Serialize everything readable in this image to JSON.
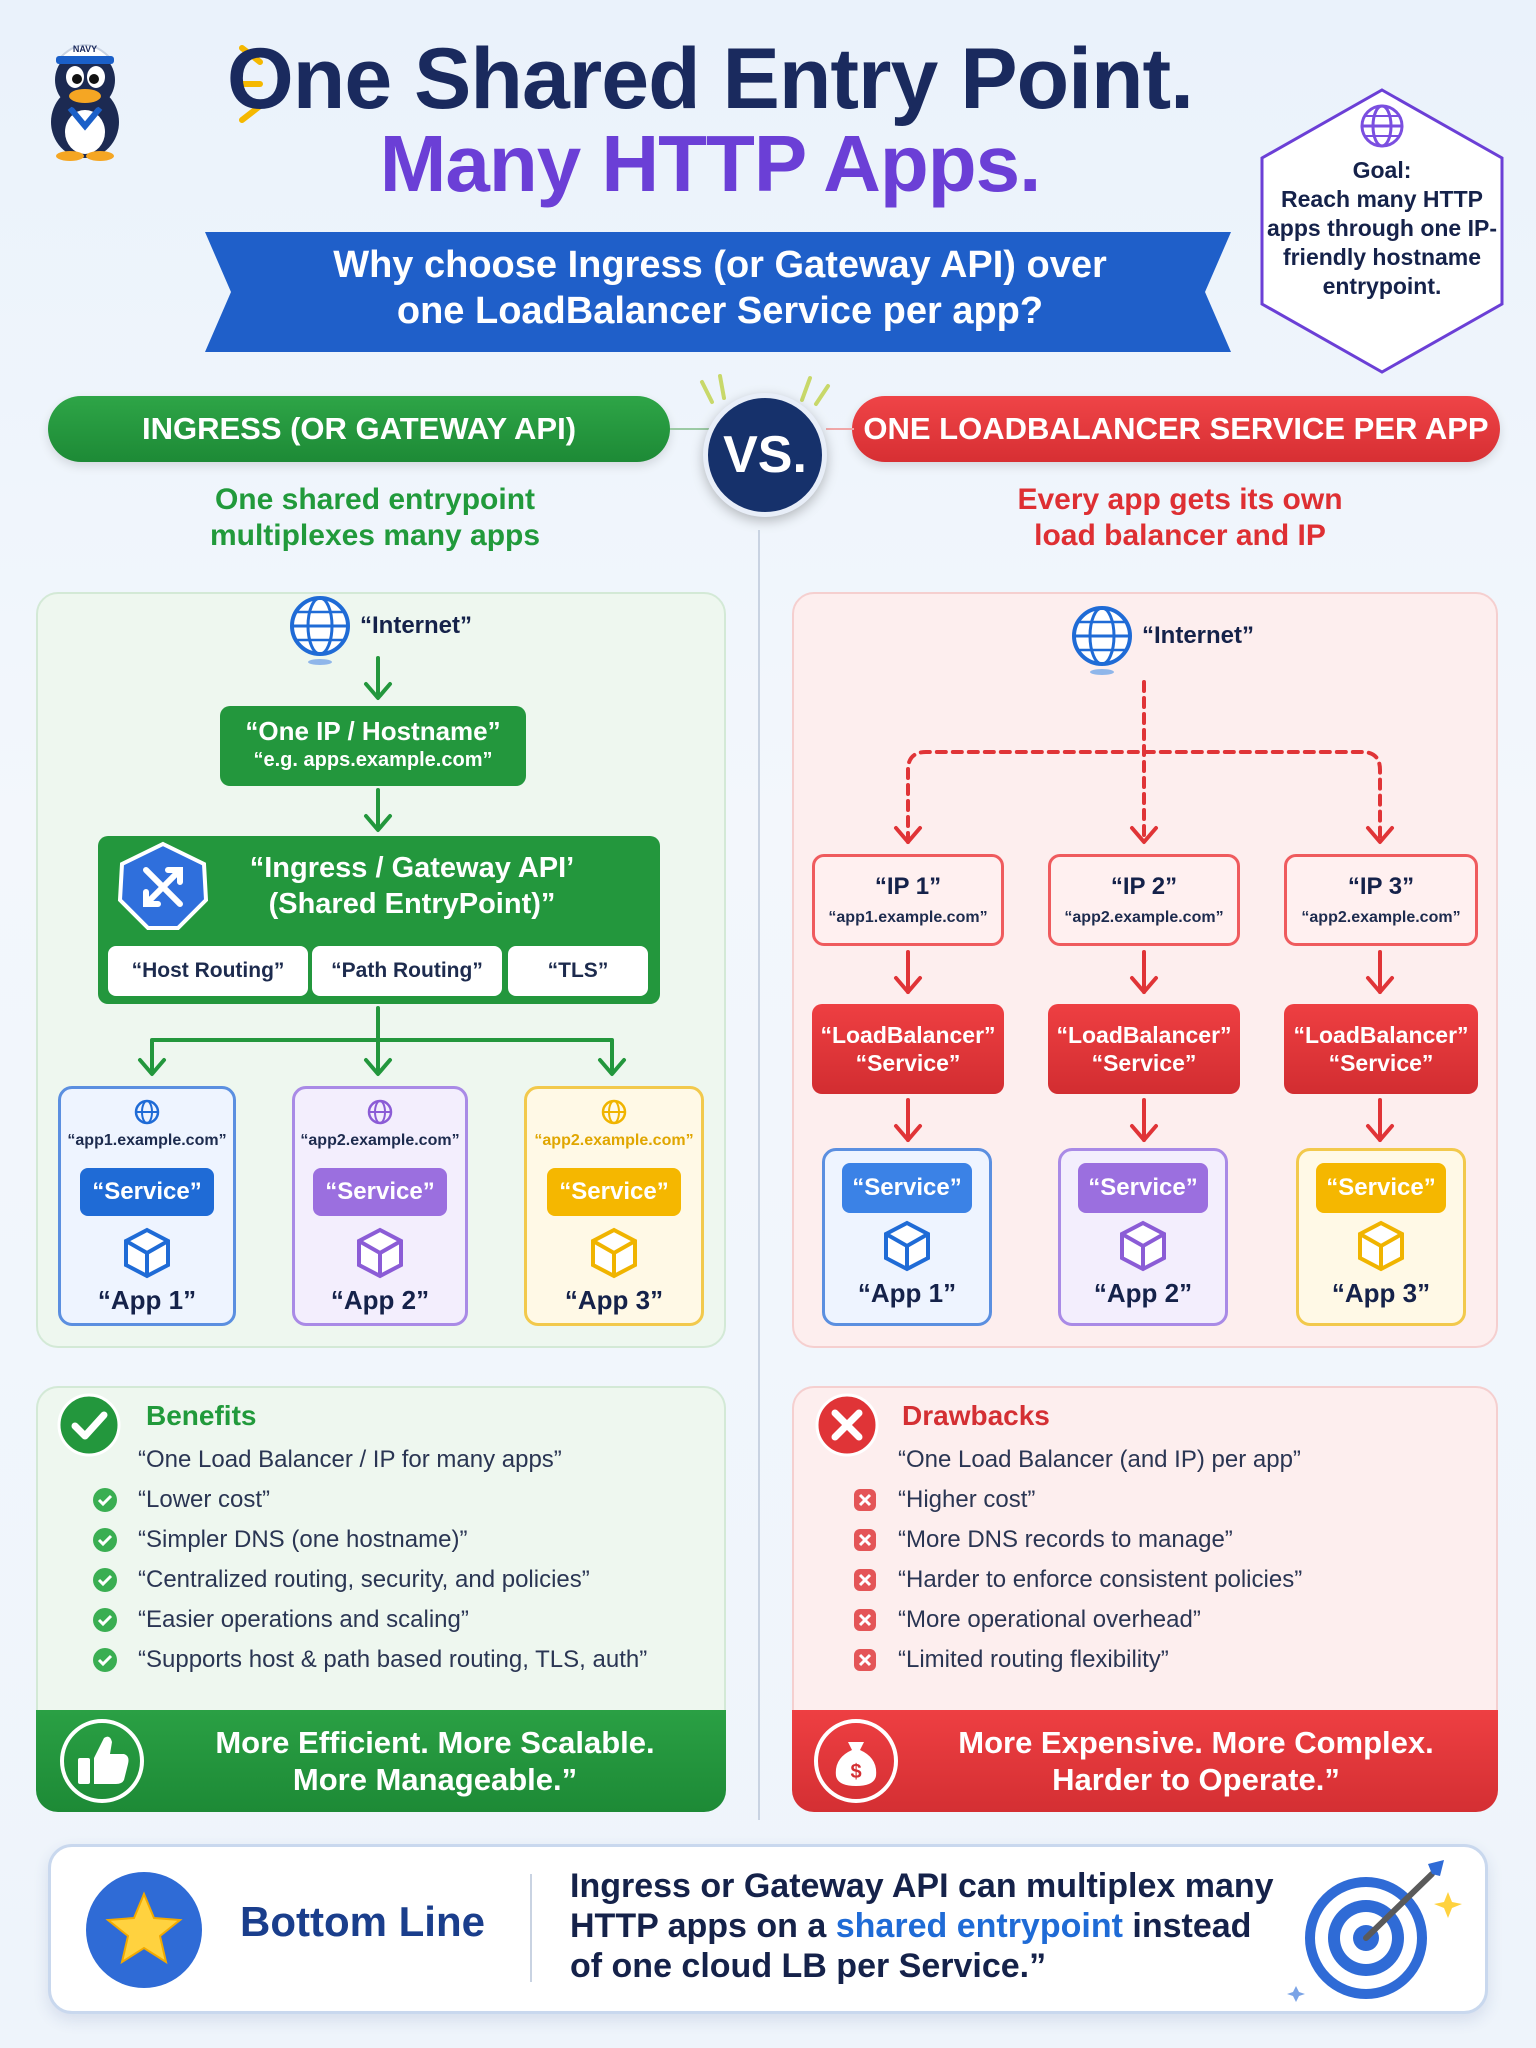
{
  "header": {
    "title_line1": "One Shared Entry Point.",
    "title_line2": "Many HTTP Apps.",
    "question_line1": "Why choose Ingress (or Gateway API) over",
    "question_line2": "one LoadBalancer Service per app?",
    "mascot_badge": "NAVY"
  },
  "goal": {
    "title": "Goal:",
    "text": "Reach many HTTP apps through one IP-friendly hostname entrypoint."
  },
  "vs_label": "VS.",
  "left": {
    "heading": "INGRESS (OR GATEWAY API)",
    "subtitle_line1": "One shared entrypoint",
    "subtitle_line2": "multiplexes many apps",
    "internet": "“Internet”",
    "entry_title": "“One IP / Hostname”",
    "entry_example": "“e.g. apps.example.com”",
    "ingress_line1": "“Ingress / Gateway API’",
    "ingress_line2": "(Shared EntryPoint)”",
    "features": [
      "“Host Routing”",
      "“Path Routing”",
      "“TLS”"
    ],
    "apps": [
      {
        "host": "“app1.example.com”",
        "service": "“Service”",
        "name": "“App 1”",
        "color": "#1f6bd6"
      },
      {
        "host": "“app2.example.com”",
        "service": "“Service”",
        "name": "“App 2”",
        "color": "#8b5cd6"
      },
      {
        "host": "“app2.example.com”",
        "service": "“Service”",
        "name": "“App 3”",
        "color": "#f0b400"
      }
    ],
    "benefits_title": "Benefits",
    "benefits_intro": "“One Load Balancer / IP for many apps”",
    "benefits": [
      "“Lower cost”",
      "“Simpler DNS (one hostname)”",
      "“Centralized routing, security, and policies”",
      "“Easier operations and scaling”",
      "“Supports host & path based routing, TLS, auth”"
    ],
    "footer_line1": "More Efficient. More Scalable.",
    "footer_line2": "More Manageable.”"
  },
  "right": {
    "heading": "ONE LOADBALANCER SERVICE PER APP",
    "subtitle_line1": "Every app gets its own",
    "subtitle_line2": "load balancer and IP",
    "internet": "“Internet”",
    "columns": [
      {
        "ip": "“IP 1”",
        "host": "“app1.example.com”",
        "lb_line1": "“LoadBalancer”",
        "lb_line2": "“Service”",
        "service": "“Service”",
        "name": "“App 1”",
        "color": "#1f6bd6"
      },
      {
        "ip": "“IP 2”",
        "host": "“app2.example.com”",
        "lb_line1": "“LoadBalancer”",
        "lb_line2": "“Service”",
        "service": "“Service”",
        "name": "“App 2”",
        "color": "#8b5cd6"
      },
      {
        "ip": "“IP 3”",
        "host": "“app2.example.com”",
        "lb_line1": "“LoadBalancer”",
        "lb_line2": "“Service”",
        "service": "“Service”",
        "name": "“App 3”",
        "color": "#f0b400"
      }
    ],
    "drawbacks_title": "Drawbacks",
    "drawbacks_intro": "“One Load Balancer (and IP) per app”",
    "drawbacks": [
      "“Higher cost”",
      "“More DNS records to manage”",
      "“Harder to enforce consistent policies”",
      "“More operational overhead”",
      "“Limited routing flexibility”"
    ],
    "footer_line1": "More Expensive. More Complex.",
    "footer_line2": "Harder to Operate.”"
  },
  "bottom": {
    "title": "Bottom Line",
    "text_part1": "Ingress or Gateway API can multiplex many HTTP apps on a ",
    "highlight": "shared entrypoint",
    "text_part2": " instead of one cloud LB per Service.”"
  },
  "colors": {
    "green": "#23973d",
    "red": "#e03437",
    "navy": "#16316b",
    "purple": "#6b3fd6",
    "blue": "#1f6bd6"
  }
}
